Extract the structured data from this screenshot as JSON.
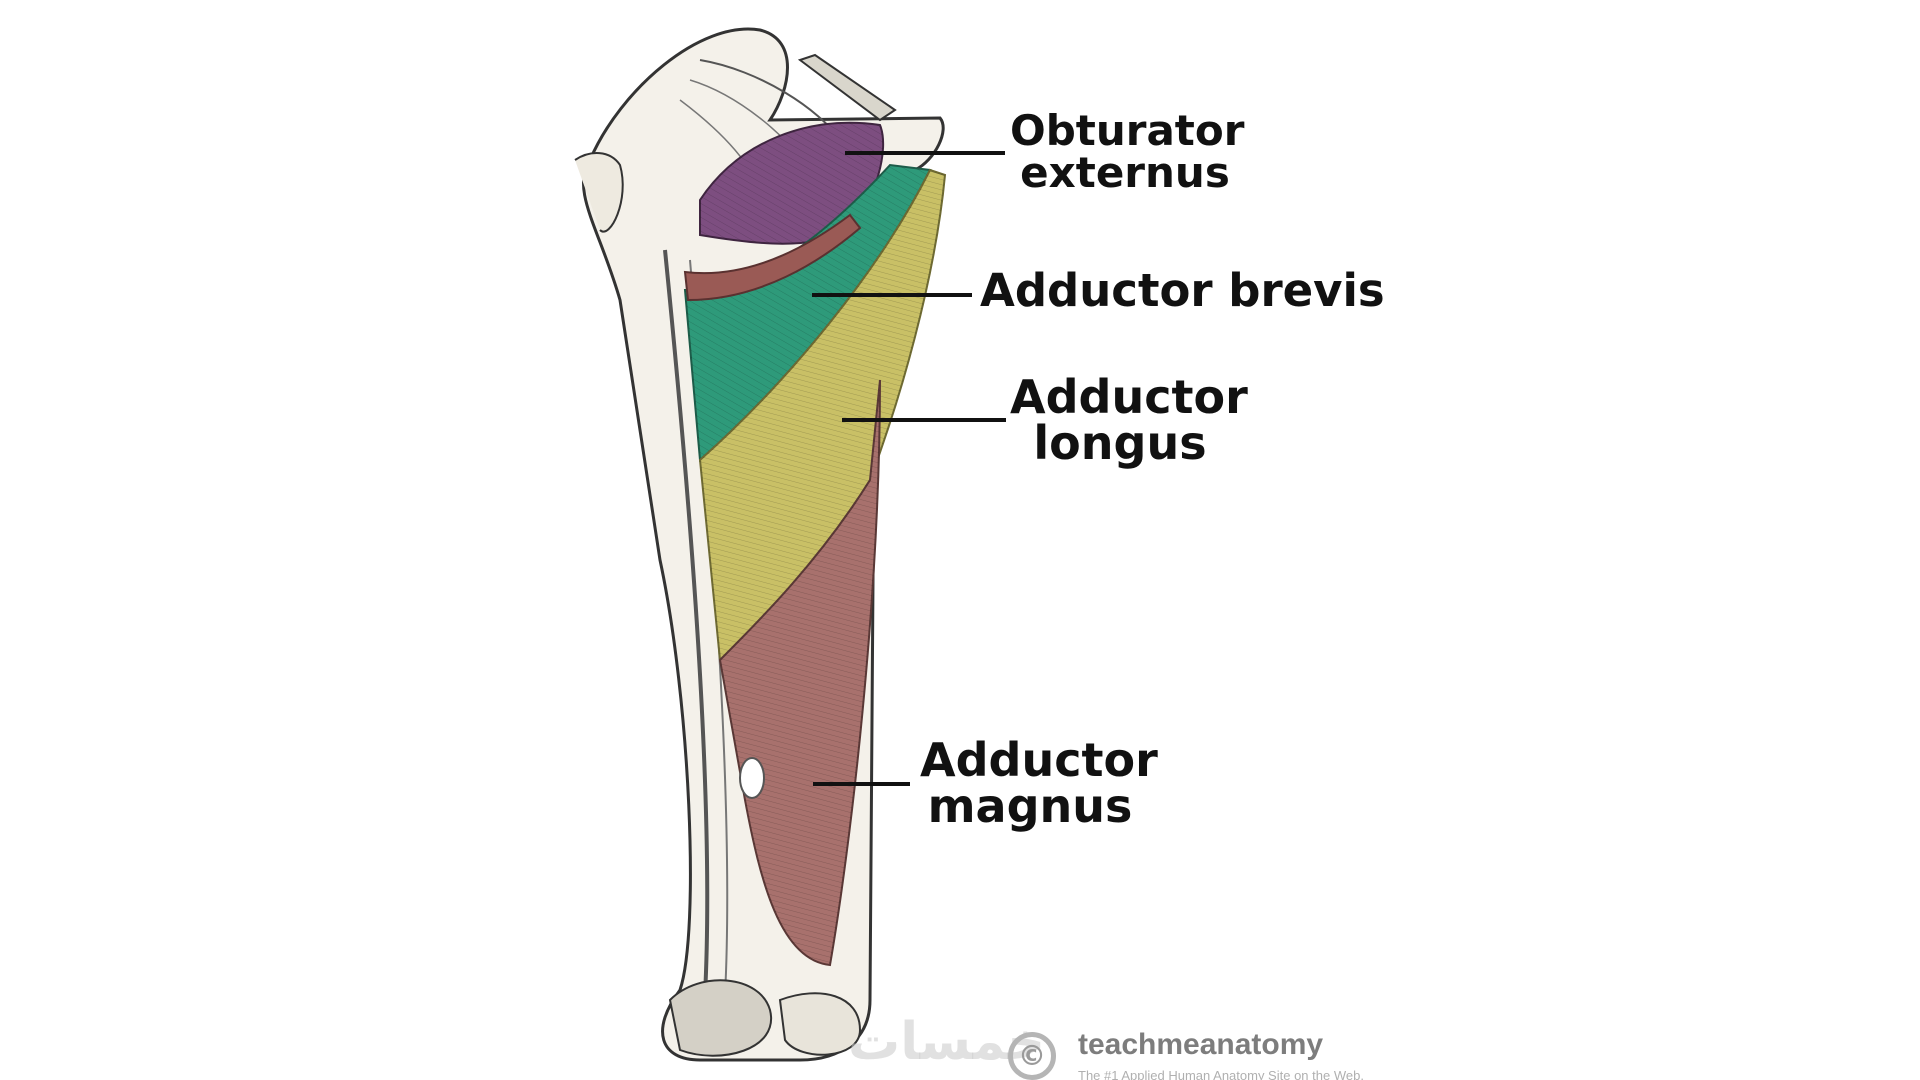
{
  "diagram": {
    "labels": {
      "obturator_externus": [
        "Obturator",
        "externus"
      ],
      "adductor_brevis": [
        "Adductor brevis"
      ],
      "adductor_longus": [
        "Adductor",
        "longus"
      ],
      "adductor_magnus": [
        "Adductor",
        "magnus"
      ]
    },
    "muscle_colors": {
      "obturator_externus": "#7d4e80",
      "adductor_brevis": "#2e9a7a",
      "adductor_longus": "#c9c066",
      "adductor_magnus": "#a8716d",
      "bone": "#f4f1ea"
    }
  },
  "watermark": {
    "copyright_symbol": "©",
    "brand": "teachmeanatomy",
    "tagline": "The #1 Applied Human Anatomy Site on the Web.",
    "arabic_overlay": "خمسات"
  }
}
